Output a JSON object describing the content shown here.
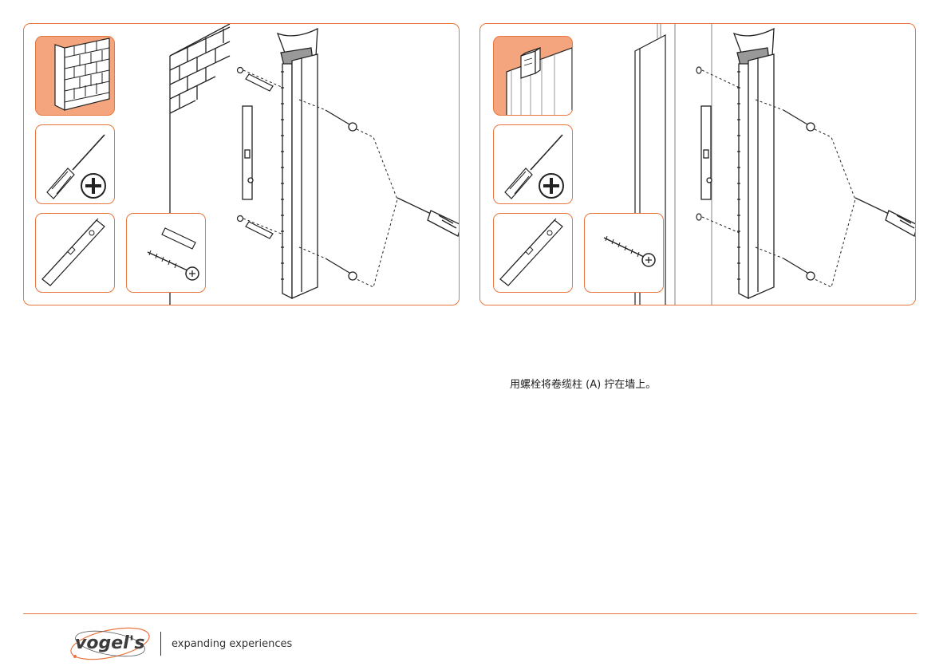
{
  "panels": [
    {
      "id": "step-left",
      "wall_type": "brick-wall",
      "tools": [
        "brick-wall-icon",
        "screwdriver-phillips-icon",
        "spirit-level-icon",
        "wall-plug-screw-icon"
      ]
    },
    {
      "id": "step-right",
      "wall_type": "stud-wall",
      "tools": [
        "stud-wall-icon",
        "screwdriver-phillips-icon",
        "spirit-level-icon",
        "screw-icon"
      ]
    }
  ],
  "instruction": {
    "text": "用螺栓将卷缆柱 (A) 拧在墙上。"
  },
  "footer": {
    "tagline": "expanding experiences",
    "logo_text": "vogel's"
  },
  "colors": {
    "accent": "#e8763f",
    "wall_fill": "#f4a57d",
    "line": "#222222"
  }
}
